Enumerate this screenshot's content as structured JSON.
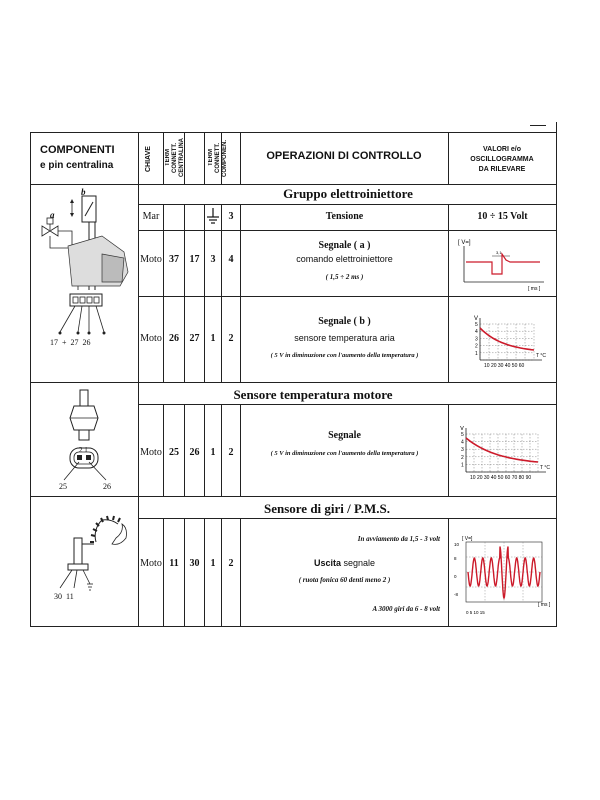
{
  "header": {
    "componenti_1": "COMPONENTI",
    "componenti_2": "e pin centralina",
    "chiave": "CHIAVE",
    "term_centralina": "TERM\nCONNETT.\nCENTRALINA",
    "term_componen": "TERM\nCONNETT.\nCOMPONEN.",
    "operazioni": "OPERAZIONI DI CONTROLLO",
    "valori_1": "VALORI e/o",
    "valori_2": "OSCILLOGRAMMA",
    "valori_3": "DA RILEVARE"
  },
  "sections": {
    "s1_title": "Gruppo elettroiniettore",
    "s2_title": "Sensore temperatura motore",
    "s3_title": "Sensore di giri / P.M.S."
  },
  "rows": {
    "r0": {
      "chiave": "Mar",
      "c4": "3",
      "op": "Tensione",
      "valori": "10 ÷ 15 Volt"
    },
    "r1": {
      "chiave": "Moto",
      "c1": "37",
      "c2": "17",
      "c3": "3",
      "c4": "4",
      "op_title": "Segnale  ( a )",
      "op_sub": "comando elettroiniettore",
      "op_note": "( 1,5 ÷ 2 ms )"
    },
    "r2": {
      "chiave": "Moto",
      "c1": "26",
      "c2": "27",
      "c3": "1",
      "c4": "2",
      "op_title": "Segnale  ( b )",
      "op_sub": "sensore temperatura aria",
      "op_note": "( 5 V in diminuzione con l'aumento della temperatura )"
    },
    "r3": {
      "chiave": "Moto",
      "c1": "25",
      "c2": "26",
      "c3": "1",
      "c4": "2",
      "op_title": "Segnale",
      "op_note": "( 5 V in diminuzione con l'aumento della temperatura )"
    },
    "r4": {
      "chiave": "Moto",
      "c1": "11",
      "c2": "30",
      "c3": "1",
      "c4": "2",
      "op_top": "In avviamento da 1,5 - 3 volt",
      "op_title": "Uscita",
      "op_title2": "segnale",
      "op_note": "( ruota fonica 60 denti meno 2 )",
      "op_bottom": "A 3000 giri da 6 - 8 volt"
    }
  },
  "diagrams": {
    "d1": {
      "label_a": "a",
      "label_b": "b",
      "pins": "17  +  27  26"
    },
    "d2": {
      "pins_top": "2 1",
      "pin_left": "25",
      "pin_right": "26"
    },
    "d3": {
      "pins": "30  11"
    }
  },
  "graphs": {
    "g1": {
      "ylabel": "[ V=]",
      "xlabel": "[ ms ]",
      "note": "3,1"
    },
    "g2": {
      "ylabel": "V",
      "xlabel": "T °C",
      "yticks": [
        "5",
        "4",
        "3",
        "2",
        "1"
      ],
      "xticks": "10 20 30 40 50 60"
    },
    "g3": {
      "ylabel": "V",
      "xlabel": "T °C",
      "yticks": [
        "5",
        "4",
        "3",
        "2",
        "1"
      ],
      "xticks": "10 20 30 40 50 60 70 80 90"
    },
    "g4": {
      "ylabel": "[ V=]",
      "xlabel": "[ ms ]",
      "yticks": [
        "10",
        "8",
        "0",
        "-8"
      ],
      "xticks": "0   5   10   15"
    }
  }
}
